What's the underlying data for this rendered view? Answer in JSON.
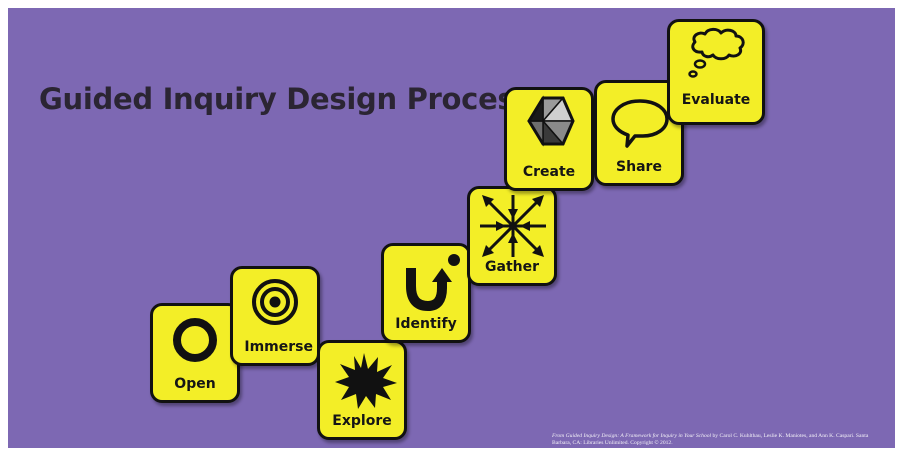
{
  "title": "Guided Inquiry Design Process",
  "steps": [
    {
      "label": "Open",
      "icon": "ring-icon"
    },
    {
      "label": "Immerse",
      "icon": "concentric-circles-icon"
    },
    {
      "label": "Explore",
      "icon": "starburst-icon"
    },
    {
      "label": "Identify",
      "icon": "u-turn-arrow-icon"
    },
    {
      "label": "Gather",
      "icon": "converging-arrows-icon"
    },
    {
      "label": "Create",
      "icon": "hexagon-icon"
    },
    {
      "label": "Share",
      "icon": "speech-bubble-icon"
    },
    {
      "label": "Evaluate",
      "icon": "thought-bubble-icon"
    }
  ],
  "citation": {
    "italic": "From Guided Inquiry Design: A Framework for Inquiry in Your School",
    "rest": " by Carol C. Kuhlthau, Leslie K. Maniotes, and Ann K. Caspari. Santa Barbara, CA: Libraries Unlimited. Copyright © 2012."
  },
  "colors": {
    "background": "#7d68b3",
    "tile": "#f3ee27",
    "outline": "#111111",
    "title_text": "#2b2533"
  }
}
